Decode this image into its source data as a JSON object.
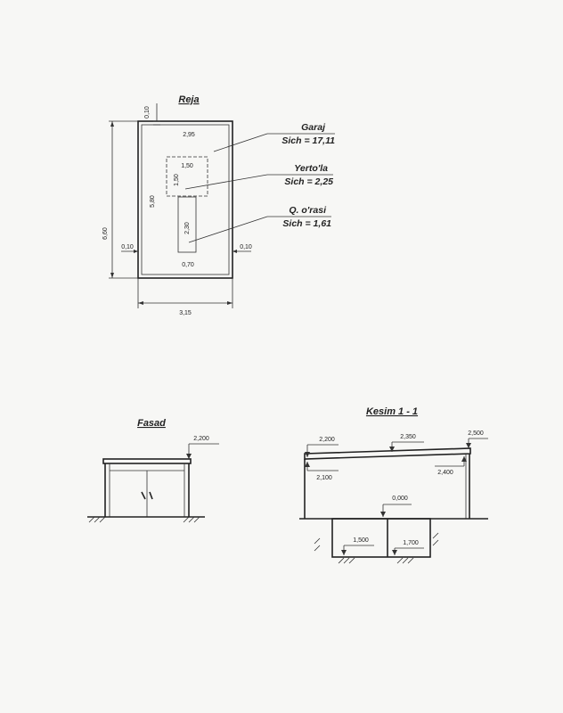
{
  "plan": {
    "title": "Reja",
    "top_wall": "0,10",
    "inner_width": "2,95",
    "total_height": "6,60",
    "inner_height": "5,80",
    "wall_left": "0,10",
    "wall_right": "0,10",
    "cellar_size_a": "1,50",
    "cellar_size_b": "1,50",
    "pit_length": "2,30",
    "pit_width": "0,70",
    "total_width": "3,15",
    "garage_name": "Garaj",
    "garage_area": "Sich = 17,11",
    "cellar_name": "Yerto'la",
    "cellar_area": "Sich = 2,25",
    "pit_name": "Q. o'rasi",
    "pit_area": "Sich = 1,61"
  },
  "facade": {
    "title": "Fasad",
    "elevation": "2,200"
  },
  "section": {
    "title": "Kesim 1 - 1",
    "el_2200": "2,200",
    "el_2350": "2,350",
    "el_2500": "2,500",
    "el_2100": "2,100",
    "el_2400": "2,400",
    "el_0000": "0,000",
    "el_1500": "1,500",
    "el_1700": "1,700"
  }
}
